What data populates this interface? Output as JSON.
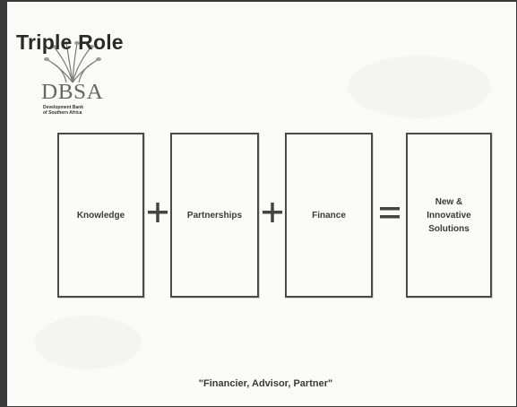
{
  "slide": {
    "title": "Triple Role",
    "logo": {
      "name": "DBSA",
      "subtitle": "Development Bank\nof Southern Africa"
    },
    "boxes": [
      {
        "label": "Knowledge"
      },
      {
        "label": "Partnerships"
      },
      {
        "label": "Finance"
      },
      {
        "label": "New &\nInnovative\nSolutions"
      }
    ],
    "operators": [
      "plus-icon",
      "plus-icon",
      "equals-icon"
    ],
    "quote": "\"Financier, Advisor, Partner\""
  }
}
